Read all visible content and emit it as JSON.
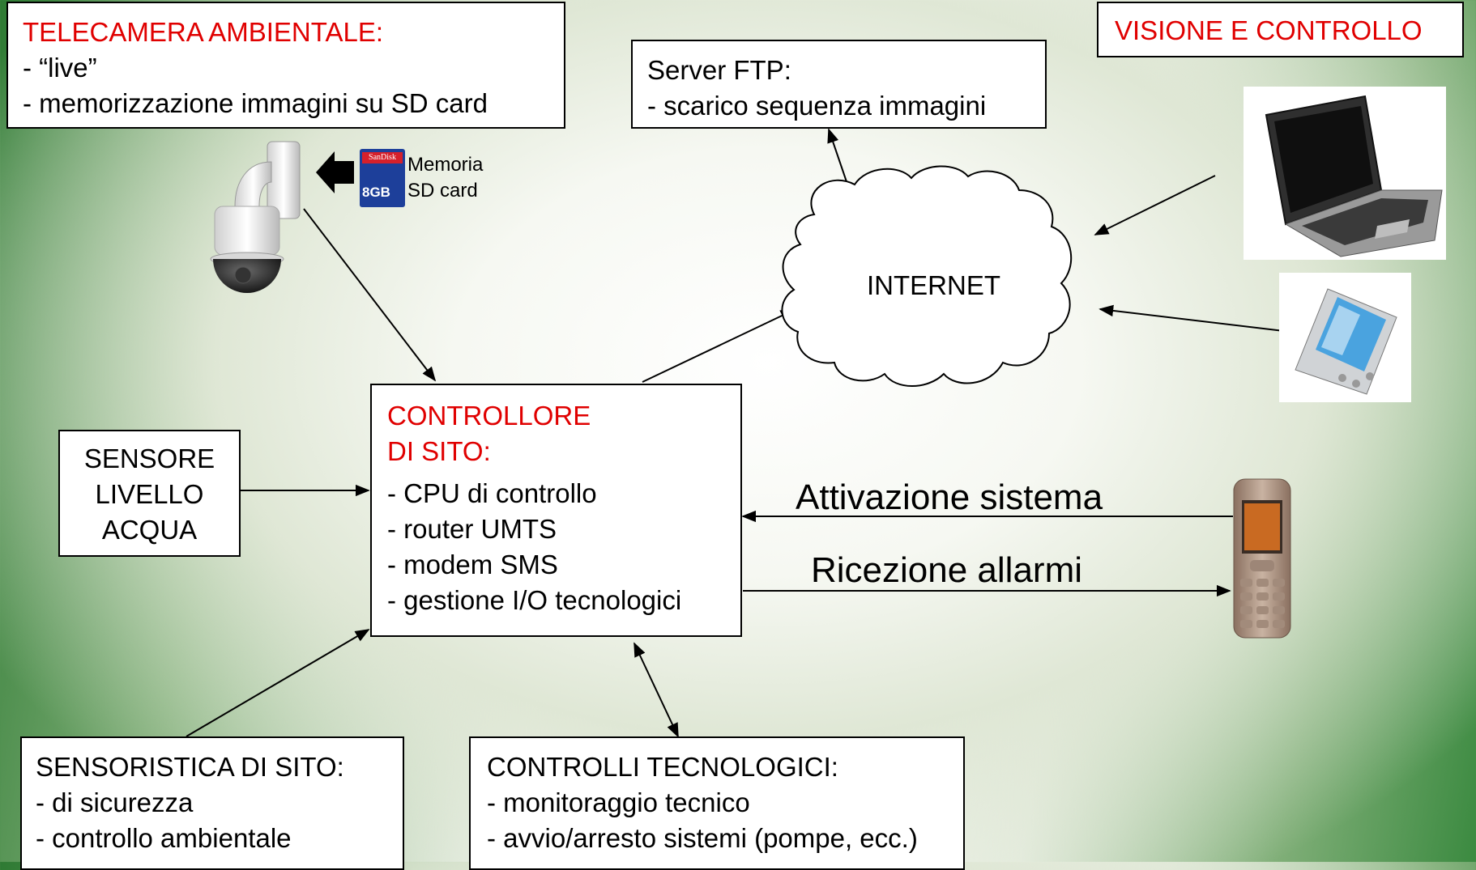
{
  "camera_box": {
    "title": "TELECAMERA AMBIENTALE:",
    "items": [
      "- “live”",
      "- memorizzazione immagini su SD card"
    ]
  },
  "ftp_box": {
    "title": "Server FTP:",
    "items": [
      "- scarico sequenza immagini"
    ]
  },
  "vision_box": {
    "title": "VISIONE E CONTROLLO"
  },
  "sd_card": {
    "brand": "SanDisk",
    "capacity": "8GB",
    "label_line1": "Memoria",
    "label_line2": "SD card"
  },
  "cloud": {
    "label": "INTERNET"
  },
  "controller_box": {
    "title_line1": "CONTROLLORE",
    "title_line2": "DI SITO:",
    "items": [
      "- CPU di controllo",
      "- router UMTS",
      "- modem SMS",
      "- gestione I/O tecnologici"
    ]
  },
  "water_sensor_box": {
    "lines": [
      "SENSORE",
      "LIVELLO",
      "ACQUA"
    ]
  },
  "phone_labels": {
    "activation": "Attivazione sistema",
    "alarms": "Ricezione allarmi"
  },
  "site_sensors_box": {
    "title": "SENSORISTICA DI SITO:",
    "items": [
      "- di sicurezza",
      "- controllo ambientale"
    ]
  },
  "tech_controls_box": {
    "title": "CONTROLLI TECNOLOGICI:",
    "items": [
      "- monitoraggio tecnico",
      "- avvio/arresto sistemi (pompe, ecc.)"
    ]
  },
  "colors": {
    "accent_red": "#e00000",
    "line": "#000000"
  }
}
